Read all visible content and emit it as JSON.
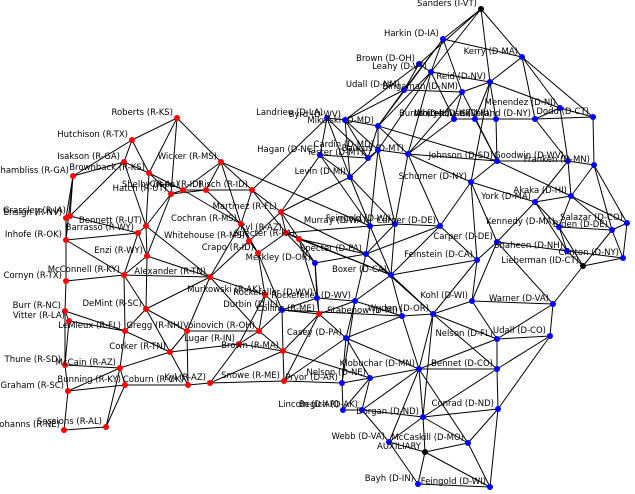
{
  "network": {
    "nodes": [
      {
        "id": "sanders",
        "label": "Sanders (I-VT)",
        "color": "black"
      },
      {
        "id": "harkin",
        "label": "Harkin (D-IA)",
        "color": "blue"
      },
      {
        "id": "kerry",
        "label": "Kerry (D-MA)",
        "color": "blue"
      },
      {
        "id": "brown",
        "label": "Brown (D-OH)",
        "color": "blue"
      },
      {
        "id": "leahy",
        "label": "Leahy (D-VT)",
        "color": "blue"
      },
      {
        "id": "reid",
        "label": "Reid (D-NV)",
        "color": "blue"
      },
      {
        "id": "udall_nm",
        "label": "Udall (D-NM)",
        "color": "blue"
      },
      {
        "id": "bingaman",
        "label": "Bingaman (D-NM)",
        "color": "blue"
      },
      {
        "id": "menendez",
        "label": "Menendez (D-NJ)",
        "color": "blue"
      },
      {
        "id": "dodd",
        "label": "Dodd (D-CT)",
        "color": "blue"
      },
      {
        "id": "burris",
        "label": "Burris (D-IL)",
        "color": "blue"
      },
      {
        "id": "inouye",
        "label": "Inouye (D-HI)",
        "color": "blue"
      },
      {
        "id": "whitehouse_ri",
        "label": "Whitehouse (D-RI)",
        "color": "blue"
      },
      {
        "id": "gillibrand",
        "label": "Gillibrand (D-NY)",
        "color": "blue"
      },
      {
        "id": "landrieu",
        "label": "Landrieu (D-LA)",
        "color": "blue"
      },
      {
        "id": "byrd",
        "label": "Byrd (D-WV)",
        "color": "blue"
      },
      {
        "id": "mikulski",
        "label": "Mikulski (D-MD)",
        "color": "blue"
      },
      {
        "id": "hagan",
        "label": "Hagan (D-NC)",
        "color": "blue"
      },
      {
        "id": "baucus",
        "label": "Baucus (D-MT)",
        "color": "blue"
      },
      {
        "id": "johnson",
        "label": "Johnson (D-SD)",
        "color": "blue"
      },
      {
        "id": "goodwin",
        "label": "Goodwin (D-WV)",
        "color": "blue"
      },
      {
        "id": "tester",
        "label": "Tester (D-MT)",
        "color": "blue"
      },
      {
        "id": "cardin",
        "label": "Cardin (D-MD)",
        "color": "blue"
      },
      {
        "id": "franken",
        "label": "Franken (D-MN)",
        "color": "blue"
      },
      {
        "id": "schumer",
        "label": "Schumer (D-NY)",
        "color": "blue"
      },
      {
        "id": "akaka",
        "label": "Akaka (D-HI)",
        "color": "blue"
      },
      {
        "id": "levin",
        "label": "Levin (D-MI)",
        "color": "blue"
      },
      {
        "id": "york",
        "label": "York (D-MA)",
        "color": "blue"
      },
      {
        "id": "salazar",
        "label": "Salazar (D-CO)",
        "color": "blue"
      },
      {
        "id": "murray",
        "label": "Murray (D-WA)",
        "color": "blue"
      },
      {
        "id": "feingold_wi",
        "label": "Feingold (D-WI)",
        "color": "blue"
      },
      {
        "id": "carper_de",
        "label": "Carper (D-DE)",
        "color": "blue"
      },
      {
        "id": "kennedy",
        "label": "Kennedy (D-MA)",
        "color": "blue"
      },
      {
        "id": "biden",
        "label": "Biden (D-DE)",
        "color": "blue"
      },
      {
        "id": "carper",
        "label": "Carper (D-DE)",
        "color": "blue"
      },
      {
        "id": "shaheen",
        "label": "Shaheen (D-NH)",
        "color": "blue"
      },
      {
        "id": "specter",
        "label": "Specter (D-PA)",
        "color": "blue"
      },
      {
        "id": "lieberman",
        "label": "Lieberman (ID-CT)",
        "color": "black"
      },
      {
        "id": "clinton",
        "label": "Clinton (D-NY)",
        "color": "blue"
      },
      {
        "id": "feinstein",
        "label": "Feinstein (D-CA)",
        "color": "blue"
      },
      {
        "id": "boxer",
        "label": "Boxer (D-CA)",
        "color": "blue"
      },
      {
        "id": "kohl",
        "label": "Kohl (D-WI)",
        "color": "blue"
      },
      {
        "id": "rockefeller",
        "label": "Rockefeller (D-WV)",
        "color": "blue"
      },
      {
        "id": "warner",
        "label": "Warner (D-VA)",
        "color": "blue"
      },
      {
        "id": "stabenow",
        "label": "Stabenow (D-MI)",
        "color": "blue"
      },
      {
        "id": "wyden",
        "label": "Wyden (D-OR)",
        "color": "blue"
      },
      {
        "id": "nelson_fl",
        "label": "Nelson (D-FL)",
        "color": "blue"
      },
      {
        "id": "udall_co",
        "label": "Udall (D-CO)",
        "color": "blue"
      },
      {
        "id": "casey",
        "label": "Casey (D-PA)",
        "color": "blue"
      },
      {
        "id": "klobuchar",
        "label": "Klobuchar (D-MN)",
        "color": "blue"
      },
      {
        "id": "bennet",
        "label": "Bennet (D-CO)",
        "color": "blue"
      },
      {
        "id": "nelson_ne",
        "label": "Nelson (D-NE)",
        "color": "blue"
      },
      {
        "id": "pryor",
        "label": "Pryor (D-AR)",
        "color": "blue"
      },
      {
        "id": "conrad",
        "label": "Conrad (D-ND)",
        "color": "blue"
      },
      {
        "id": "lincoln",
        "label": "Lincoln (D-AR)",
        "color": "blue"
      },
      {
        "id": "begich",
        "label": "Begich (D-AK)",
        "color": "blue"
      },
      {
        "id": "dorgan",
        "label": "Dorgan (D-ND)",
        "color": "blue"
      },
      {
        "id": "webb",
        "label": "Webb (D-VA)",
        "color": "blue"
      },
      {
        "id": "mccaskill",
        "label": "McCaskill (D-MO)",
        "color": "blue"
      },
      {
        "id": "auxiliary",
        "label": "AUXILIARY",
        "color": "black"
      },
      {
        "id": "bayh",
        "label": "Bayh (D-IN)",
        "color": "blue"
      },
      {
        "id": "feingold_wi2",
        "label": "Feingold (D-WI)",
        "color": "blue"
      },
      {
        "id": "roberts",
        "label": "Roberts (R-KS)",
        "color": "red"
      },
      {
        "id": "hutchison",
        "label": "Hutchison (R-TX)",
        "color": "red"
      },
      {
        "id": "isakson",
        "label": "Isakson (R-GA)",
        "color": "red"
      },
      {
        "id": "wicker",
        "label": "Wicker (R-MS)",
        "color": "red"
      },
      {
        "id": "brownback",
        "label": "Brownback (R-KS)",
        "color": "red"
      },
      {
        "id": "chambliss",
        "label": "Chambliss (R-GA)",
        "color": "red"
      },
      {
        "id": "hatch",
        "label": "Hatch (R-UT)",
        "color": "red"
      },
      {
        "id": "shelby",
        "label": "Shelby (R-AL)",
        "color": "red"
      },
      {
        "id": "risch",
        "label": "Risch (R-ID)",
        "color": "red"
      },
      {
        "id": "crapo",
        "label": "Crapo (R-ID)",
        "color": "red"
      },
      {
        "id": "grassley",
        "label": "Grassley (R-IA)",
        "color": "red"
      },
      {
        "id": "ensign",
        "label": "Ensign (R-NV)",
        "color": "red"
      },
      {
        "id": "martinez",
        "label": "Martinez (R-FL)",
        "color": "red"
      },
      {
        "id": "bennett",
        "label": "Bennett (R-UT)",
        "color": "red"
      },
      {
        "id": "cochran",
        "label": "Cochran (R-MS)",
        "color": "red"
      },
      {
        "id": "barrasso",
        "label": "Barrasso (R-WY)",
        "color": "red"
      },
      {
        "id": "inhofe",
        "label": "Inhofe (R-OK)",
        "color": "red"
      },
      {
        "id": "kyl",
        "label": "Kyl (R-AZ)",
        "color": "red"
      },
      {
        "id": "whitehouse_ms",
        "label": "Whitehouse (R-MS)",
        "color": "red"
      },
      {
        "id": "enzi",
        "label": "Enzi (R-WY)",
        "color": "red"
      },
      {
        "id": "specter_r",
        "label": "Specter (R-PA)",
        "color": "red"
      },
      {
        "id": "crapo_id",
        "label": "Crapo (R-ID)",
        "color": "red"
      },
      {
        "id": "merkley",
        "label": "Merkley (D-OR)",
        "color": "blue"
      },
      {
        "id": "cornyn",
        "label": "Cornyn (R-TX)",
        "color": "red"
      },
      {
        "id": "mcconnell",
        "label": "McConnell (R-KY)",
        "color": "red"
      },
      {
        "id": "alexander",
        "label": "Alexander (R-TN)",
        "color": "red"
      },
      {
        "id": "murkowski",
        "label": "Murkowski (R-AK)",
        "color": "red"
      },
      {
        "id": "rockefeller_wv",
        "label": "Rockefeller (D-WV)",
        "color": "blue"
      },
      {
        "id": "burr",
        "label": "Burr (R-NC)",
        "color": "red"
      },
      {
        "id": "demint",
        "label": "DeMint (R-SC)",
        "color": "red"
      },
      {
        "id": "durbin",
        "label": "Durbin (D-IL)",
        "color": "blue"
      },
      {
        "id": "vitter",
        "label": "Vitter (R-LA)",
        "color": "red"
      },
      {
        "id": "lemieux",
        "label": "LeMieux (R-FL)",
        "color": "red"
      },
      {
        "id": "collins",
        "label": "Collins (R-ME)",
        "color": "red"
      },
      {
        "id": "gregg",
        "label": "Gregg (R-NH)",
        "color": "red"
      },
      {
        "id": "voinovich",
        "label": "Voinovich (R-OH)",
        "color": "red"
      },
      {
        "id": "corker",
        "label": "Corker (R-TN)",
        "color": "red"
      },
      {
        "id": "lugar",
        "label": "Lugar (R-IN)",
        "color": "red"
      },
      {
        "id": "brown_ma",
        "label": "Brown (R-MA)",
        "color": "red"
      },
      {
        "id": "thune",
        "label": "Thune (R-SD)",
        "color": "red"
      },
      {
        "id": "mccain",
        "label": "McCain (R-AZ)",
        "color": "red"
      },
      {
        "id": "graham",
        "label": "Graham (R-SC)",
        "color": "red"
      },
      {
        "id": "bunning",
        "label": "Bunning (R-KY)",
        "color": "red"
      },
      {
        "id": "coburn",
        "label": "Coburn (R-OK)",
        "color": "red"
      },
      {
        "id": "kyl_az",
        "label": "Kyl (R-AZ)",
        "color": "red"
      },
      {
        "id": "snowe",
        "label": "Snowe (R-ME)",
        "color": "red"
      },
      {
        "id": "johanns",
        "label": "Johanns (R-NE)",
        "color": "red"
      },
      {
        "id": "sessions",
        "label": "Sessions (R-AL)",
        "color": "red"
      }
    ]
  }
}
